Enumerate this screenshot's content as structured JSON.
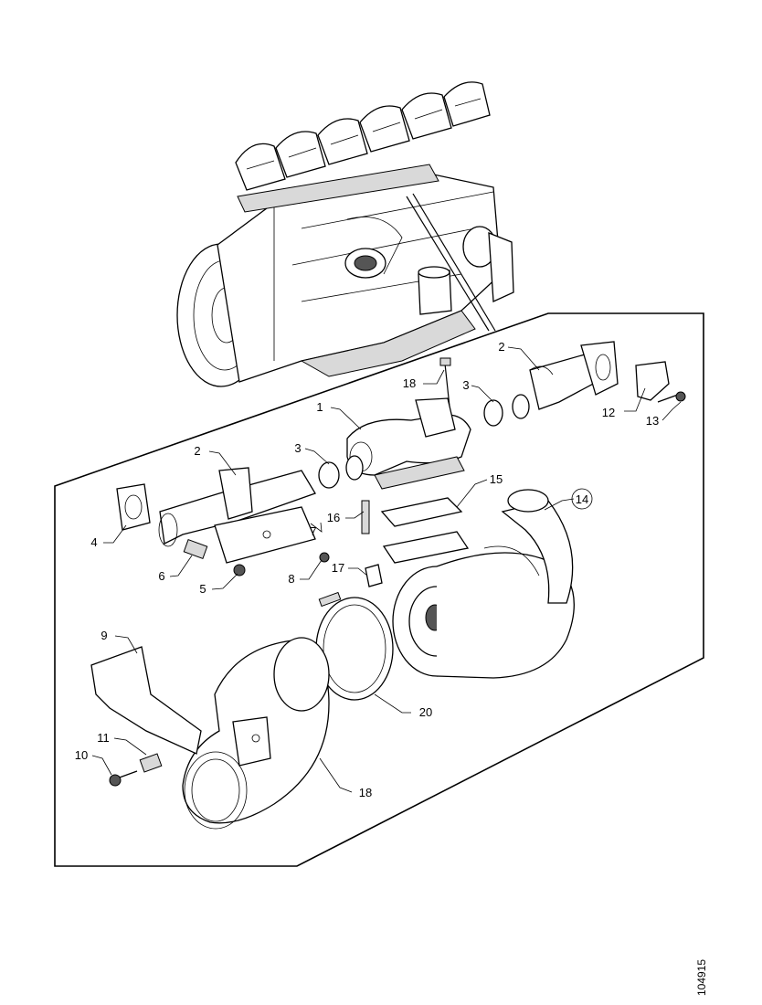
{
  "figure": {
    "reference_number": "104915",
    "callouts": {
      "c1": "1",
      "c2a": "2",
      "c2b": "2",
      "c3a": "3",
      "c3b": "3",
      "c4": "4",
      "c5": "5",
      "c6": "6",
      "c7": "7",
      "c8": "8",
      "c9": "9",
      "c10": "10",
      "c11": "11",
      "c12": "12",
      "c13": "13",
      "c14": "14",
      "c15": "15",
      "c16": "16",
      "c17": "17",
      "c18a": "18",
      "c18b": "18",
      "c20": "20"
    }
  }
}
